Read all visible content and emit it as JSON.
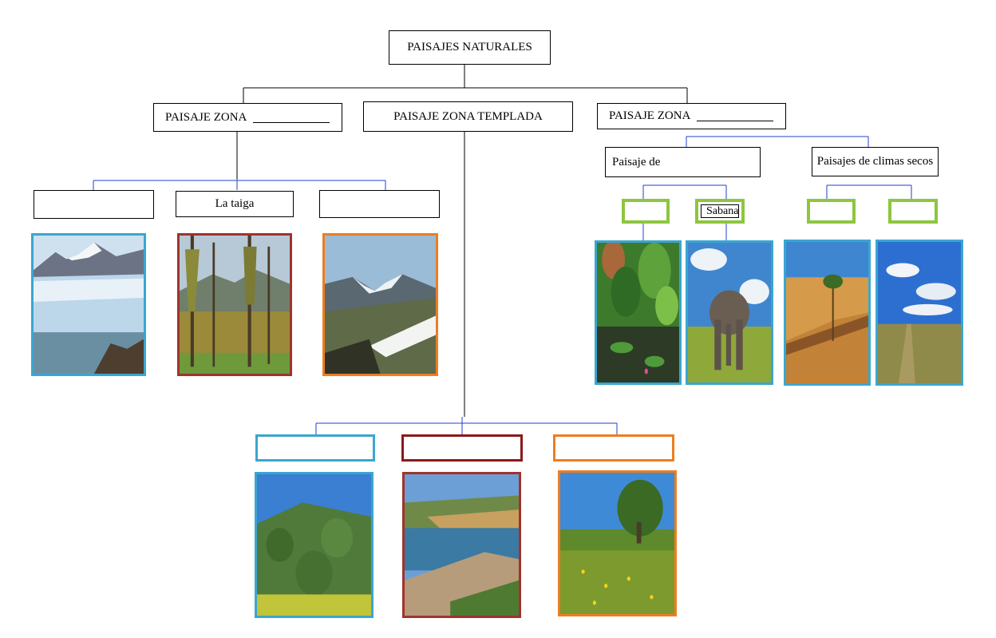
{
  "title": "PAISAJES NATURALES",
  "branches": {
    "left": {
      "label": "PAISAJE ZONA"
    },
    "middle": {
      "label": "PAISAJE ZONA TEMPLADA"
    },
    "right": {
      "label": "PAISAJE ZONA"
    }
  },
  "left_children": [
    "",
    "La taiga",
    ""
  ],
  "right_children": {
    "humid": {
      "label": "Paisaje de",
      "sub": [
        "",
        "Sabana"
      ]
    },
    "dry": {
      "label": "Paisajes de climas secos",
      "sub": [
        "",
        ""
      ]
    }
  },
  "middle_children": [
    "",
    "",
    ""
  ],
  "photos": [
    "glacier-mountain-photo",
    "taiga-forest-photo",
    "snowy-mountain-valley-photo",
    "rainforest-pond-photo",
    "savanna-elephant-photo",
    "desert-dune-palm-photo",
    "steppe-plain-photo",
    "mediterranean-scrub-photo",
    "rocky-coast-photo",
    "meadow-tree-photo"
  ],
  "colors": {
    "blue": "#3aa6d0",
    "dark_red": "#a0332d",
    "orange": "#ee7d22",
    "green": "#8dc63f",
    "connector_blue": "#1f3fcf"
  }
}
